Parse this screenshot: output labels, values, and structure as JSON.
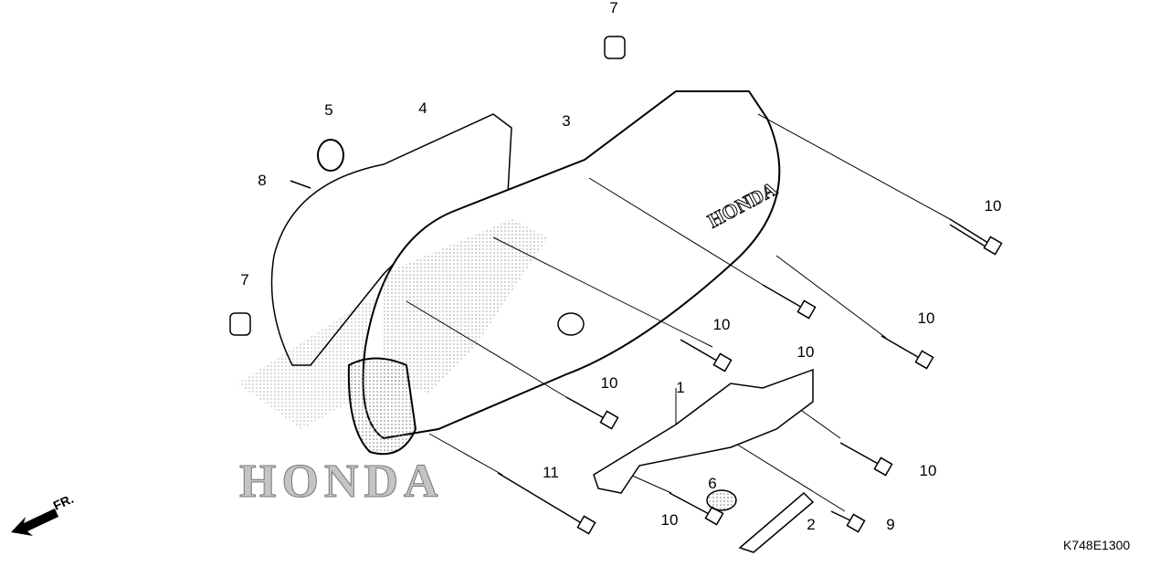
{
  "diagram_code": "K748E1300",
  "direction_label": "FR.",
  "watermark": "HONDA",
  "cover_logo": "HONDA",
  "callouts": [
    {
      "id": "c7a",
      "label": "7"
    },
    {
      "id": "c5",
      "label": "5"
    },
    {
      "id": "c4",
      "label": "4"
    },
    {
      "id": "c3",
      "label": "3"
    },
    {
      "id": "c8",
      "label": "8"
    },
    {
      "id": "c7b",
      "label": "7"
    },
    {
      "id": "c10a",
      "label": "10"
    },
    {
      "id": "c10b",
      "label": "10"
    },
    {
      "id": "c10c",
      "label": "10"
    },
    {
      "id": "c10d",
      "label": "10"
    },
    {
      "id": "c10e",
      "label": "10"
    },
    {
      "id": "c1",
      "label": "1"
    },
    {
      "id": "c10f",
      "label": "10"
    },
    {
      "id": "c11",
      "label": "11"
    },
    {
      "id": "c6",
      "label": "6"
    },
    {
      "id": "c10g",
      "label": "10"
    },
    {
      "id": "c2",
      "label": "2"
    },
    {
      "id": "c9",
      "label": "9"
    }
  ]
}
